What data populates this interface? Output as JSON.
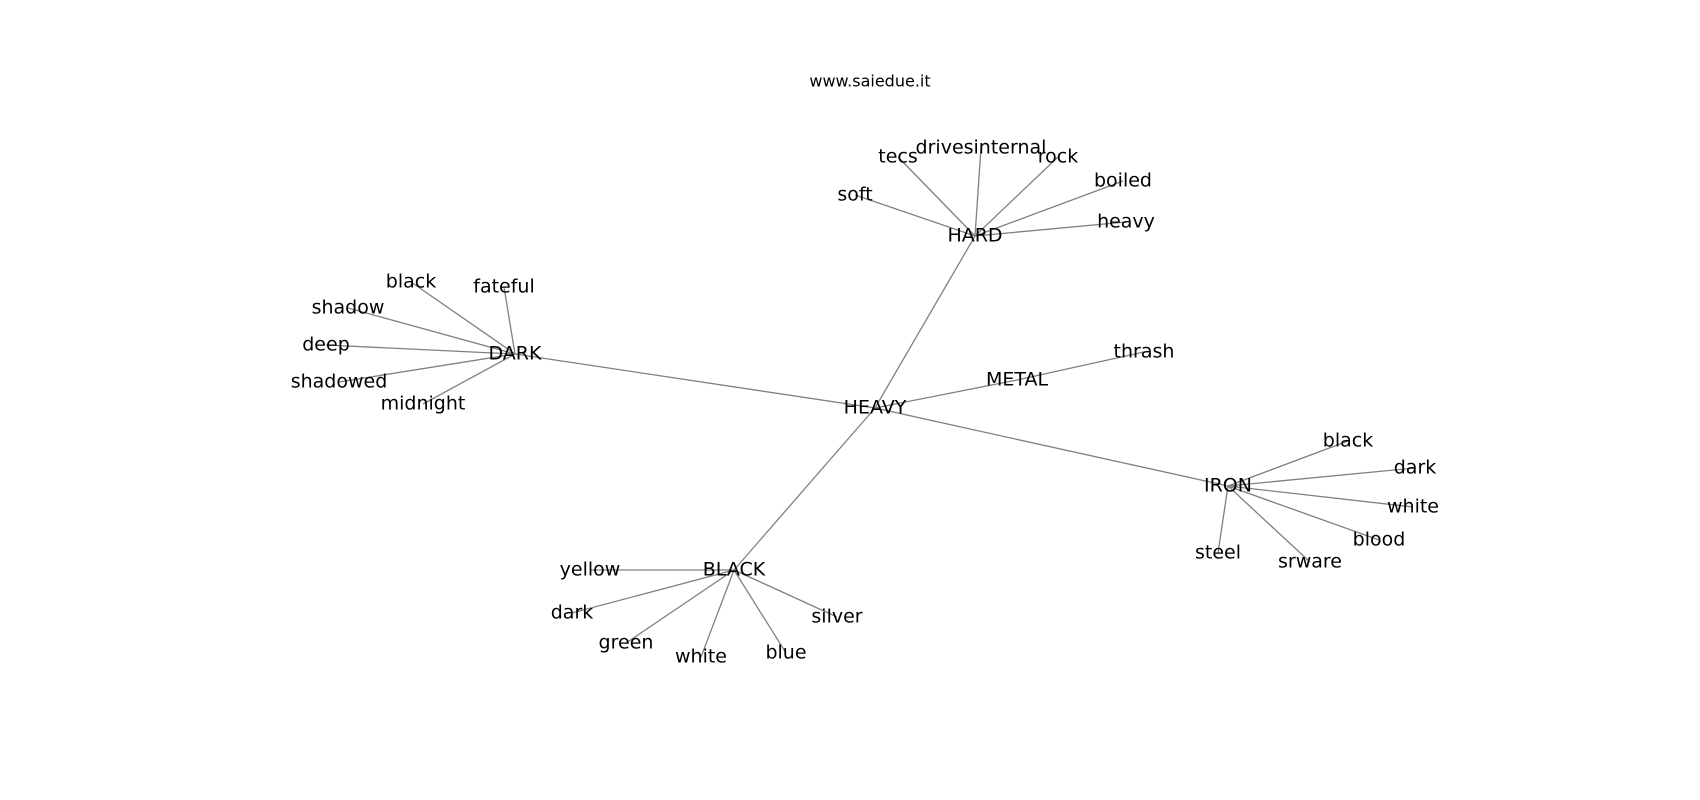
{
  "source": "www.saiedue.it",
  "colors": {
    "edge": "#808080",
    "label": "#000000",
    "background": "#ffffff"
  },
  "nodes": {
    "heavy": "HEAVY",
    "metal": "METAL",
    "thrash": "thrash",
    "hard": "HARD",
    "hard_soft": "soft",
    "hard_tecs": "tecs",
    "hard_drivesinternal": "drivesinternal",
    "hard_rock": "rock",
    "hard_boiled": "boiled",
    "hard_heavy": "heavy",
    "dark": "DARK",
    "dark_black": "black",
    "dark_fateful": "fateful",
    "dark_shadow": "shadow",
    "dark_deep": "deep",
    "dark_shadowed": "shadowed",
    "dark_midnight": "midnight",
    "iron": "IRON",
    "iron_black": "black",
    "iron_dark": "dark",
    "iron_white": "white",
    "iron_blood": "blood",
    "iron_srware": "srware",
    "iron_steel": "steel",
    "black": "BLACK",
    "black_yellow": "yellow",
    "black_dark": "dark",
    "black_green": "green",
    "black_white": "white",
    "black_blue": "blue",
    "black_silver": "silver"
  },
  "edges": [
    [
      "heavy",
      "metal"
    ],
    [
      "metal",
      "thrash"
    ],
    [
      "heavy",
      "hard"
    ],
    [
      "hard",
      "hard_soft"
    ],
    [
      "hard",
      "hard_tecs"
    ],
    [
      "hard",
      "hard_drivesinternal"
    ],
    [
      "hard",
      "hard_rock"
    ],
    [
      "hard",
      "hard_boiled"
    ],
    [
      "hard",
      "hard_heavy"
    ],
    [
      "heavy",
      "dark"
    ],
    [
      "dark",
      "dark_black"
    ],
    [
      "dark",
      "dark_fateful"
    ],
    [
      "dark",
      "dark_shadow"
    ],
    [
      "dark",
      "dark_deep"
    ],
    [
      "dark",
      "dark_shadowed"
    ],
    [
      "dark",
      "dark_midnight"
    ],
    [
      "heavy",
      "iron"
    ],
    [
      "iron",
      "iron_black"
    ],
    [
      "iron",
      "iron_dark"
    ],
    [
      "iron",
      "iron_white"
    ],
    [
      "iron",
      "iron_blood"
    ],
    [
      "iron",
      "iron_srware"
    ],
    [
      "iron",
      "iron_steel"
    ],
    [
      "heavy",
      "black"
    ],
    [
      "black",
      "black_yellow"
    ],
    [
      "black",
      "black_dark"
    ],
    [
      "black",
      "black_green"
    ],
    [
      "black",
      "black_white"
    ],
    [
      "black",
      "black_blue"
    ],
    [
      "black",
      "black_silver"
    ]
  ]
}
